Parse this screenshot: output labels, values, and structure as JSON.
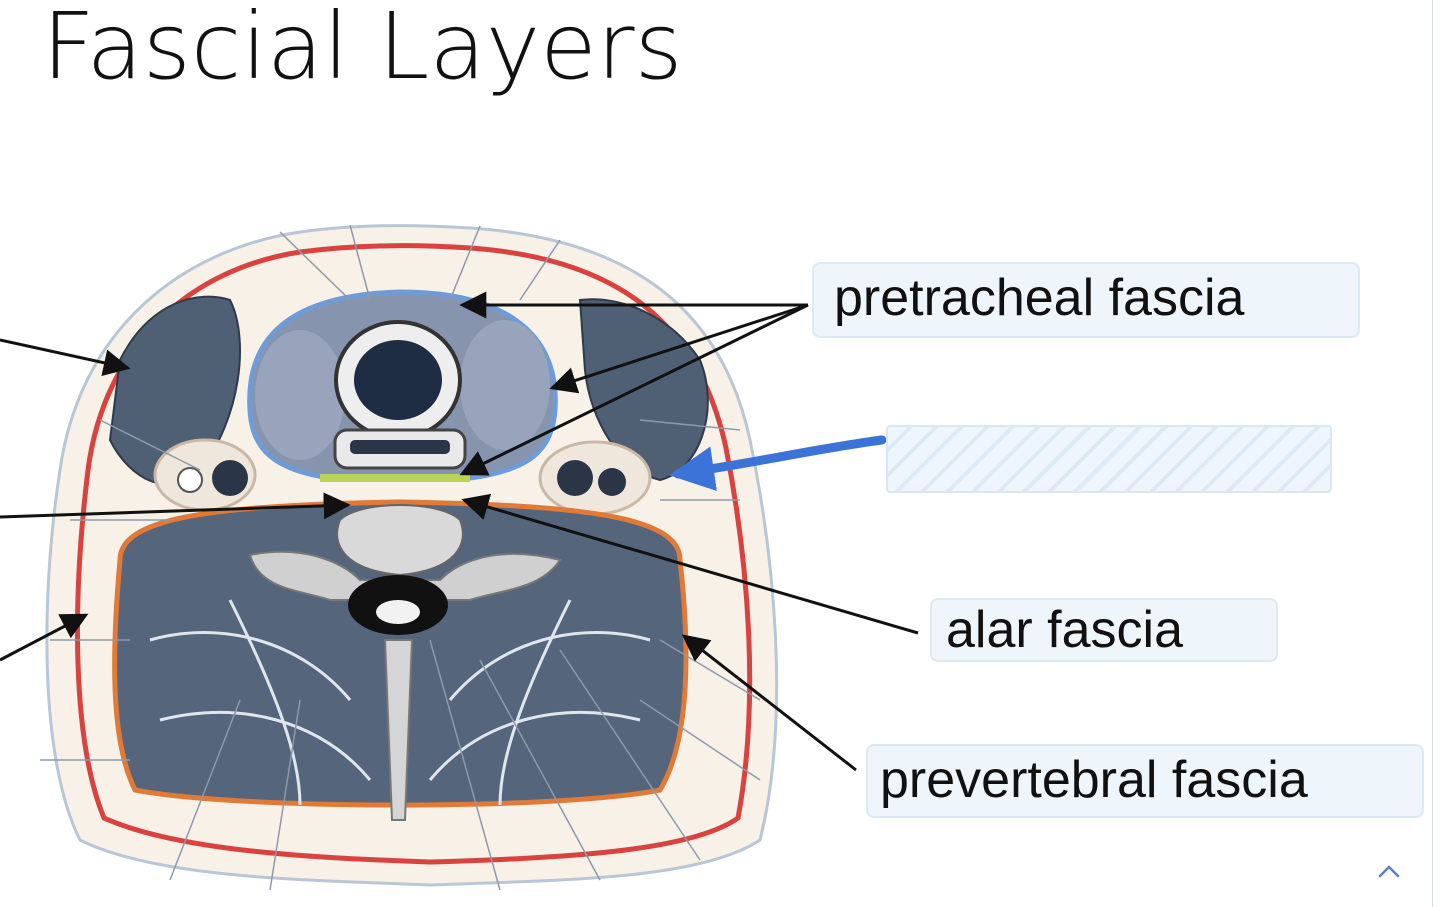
{
  "slide": {
    "title": "Fascial Layers"
  },
  "labels": {
    "pretracheal": "pretracheal fascia",
    "alar": "alar fascia",
    "prevertebral": "prevertebral fascia"
  },
  "colors": {
    "muscle": "#4f5f74",
    "fat": "#f4ede3",
    "red_fascia": "#d9423f",
    "blue_fascia": "#6f9bd8",
    "orange_fascia": "#e07a36",
    "green_fascia": "#b8d25a",
    "arrow_blue": "#3b73d8",
    "label_bg": "#eef5fb"
  },
  "icons": {
    "collapse": "chevron-up-icon"
  }
}
